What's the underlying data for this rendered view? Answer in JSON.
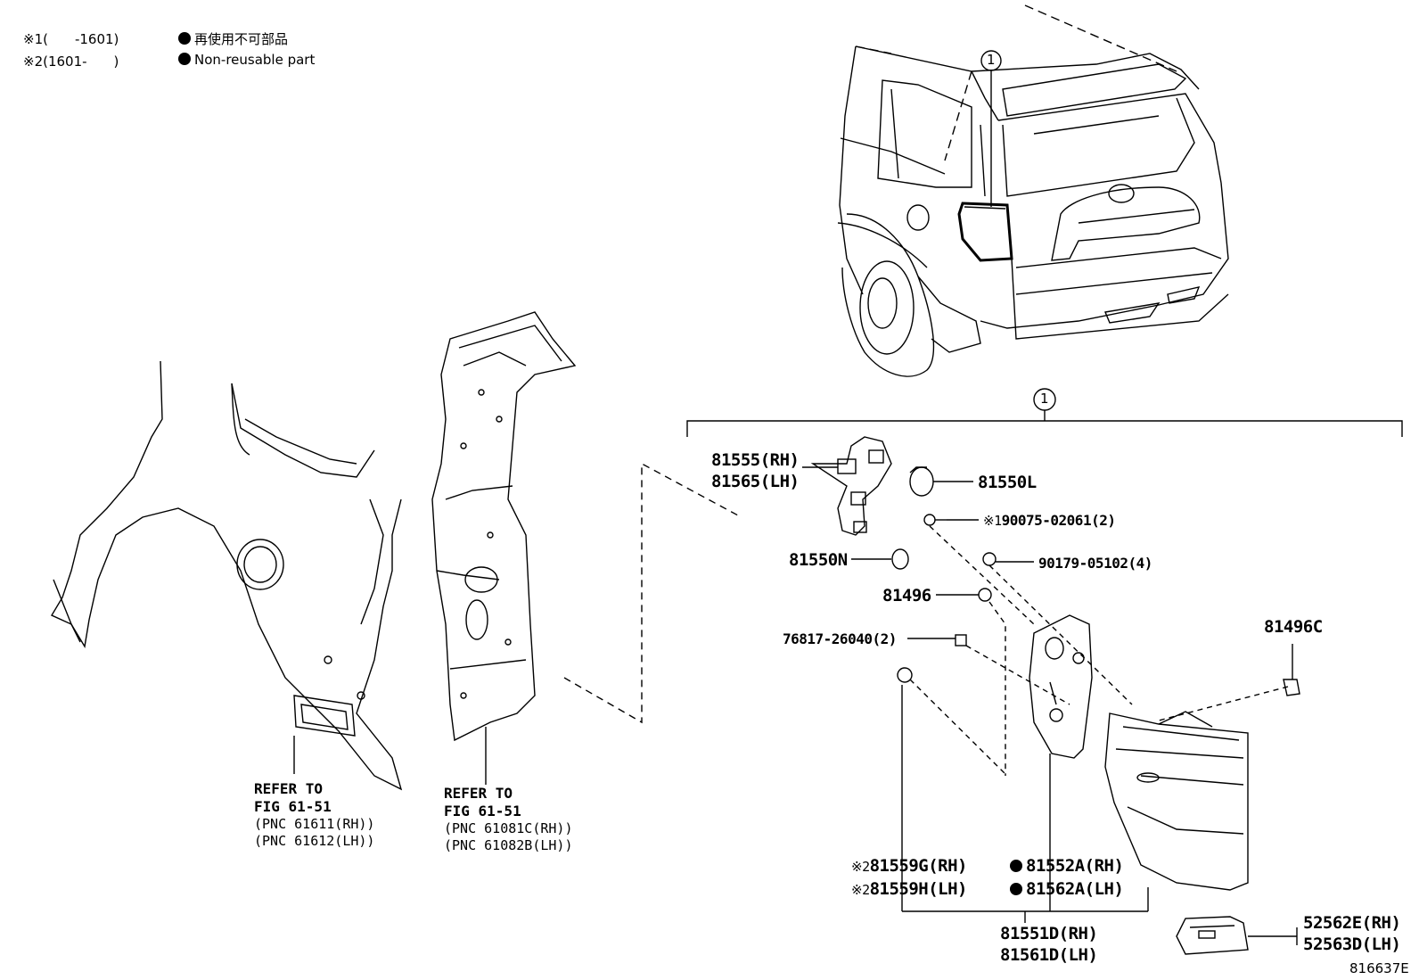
{
  "legend": {
    "row1_mark": "※1(　　-1601)",
    "row2_mark": "※2(1601-　　)",
    "row1_desc": "再使用不可部品",
    "row2_desc": "Non-reusable part"
  },
  "callouts": {
    "vehicle": "1",
    "assembly": "1"
  },
  "refs": {
    "left": {
      "line1": "REFER TO",
      "line2": "FIG 61-51",
      "line3": "(PNC 61611(RH))",
      "line4": "(PNC 61612(LH))"
    },
    "right": {
      "line1": "REFER TO",
      "line2": "FIG 61-51",
      "line3": "(PNC 61081C(RH))",
      "line4": "(PNC 61082B(LH))"
    }
  },
  "parts": {
    "socket_rh": "81555(RH)",
    "socket_lh": "81565(LH)",
    "bulb_l": "81550L",
    "screw_mark": "※1",
    "screw": "90075-02061(2)",
    "bulb_n": "81550N",
    "nut": "90179-05102(4)",
    "p81496": "81496",
    "p81496c": "81496C",
    "clip": "76817-26040(2)",
    "gasket_mark": "※2",
    "gasket_rh": "81559G(RH)",
    "gasket_lh": "81559H(LH)",
    "lens_rh": "81552A(RH)",
    "lens_lh": "81562A(LH)",
    "lamp_rh": "81551D(RH)",
    "lamp_lh": "81561D(LH)",
    "cover_rh": "52562E(RH)",
    "cover_lh": "52563D(LH)"
  },
  "figure_number": "816637E"
}
